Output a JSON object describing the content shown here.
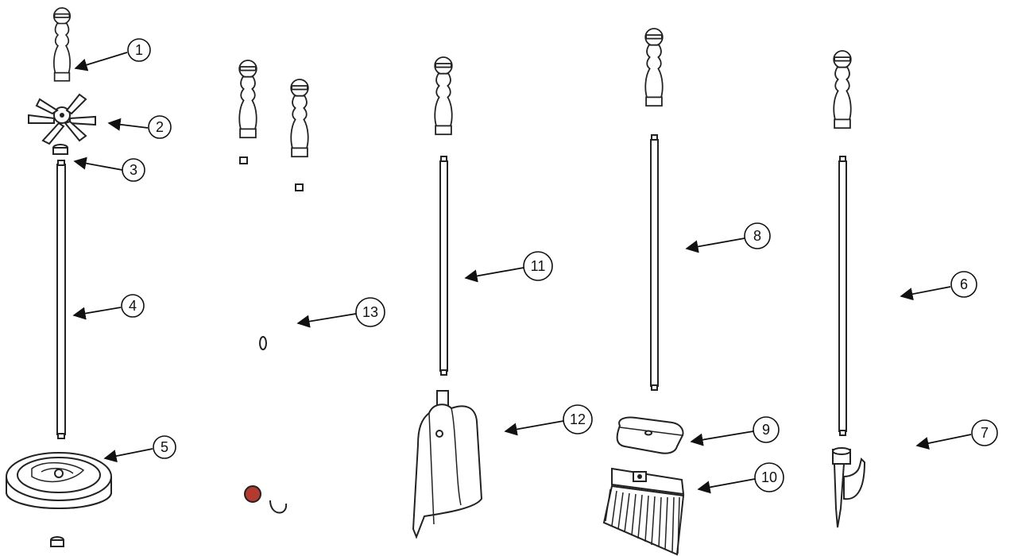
{
  "diagram": {
    "callouts": [
      {
        "label": "1"
      },
      {
        "label": "2"
      },
      {
        "label": "3"
      },
      {
        "label": "4"
      },
      {
        "label": "5"
      },
      {
        "label": "6"
      },
      {
        "label": "7"
      },
      {
        "label": "8"
      },
      {
        "label": "9"
      },
      {
        "label": "10"
      },
      {
        "label": "11"
      },
      {
        "label": "12"
      },
      {
        "label": "13"
      }
    ],
    "colors": {
      "line": "#222222",
      "background": "#ffffff",
      "grip_accent": "#b23a2e"
    },
    "parts": [
      "handle",
      "hook",
      "nut",
      "rod",
      "base",
      "tongs",
      "shovel",
      "broom-head-cover",
      "broom-brush",
      "poker-tip"
    ]
  }
}
